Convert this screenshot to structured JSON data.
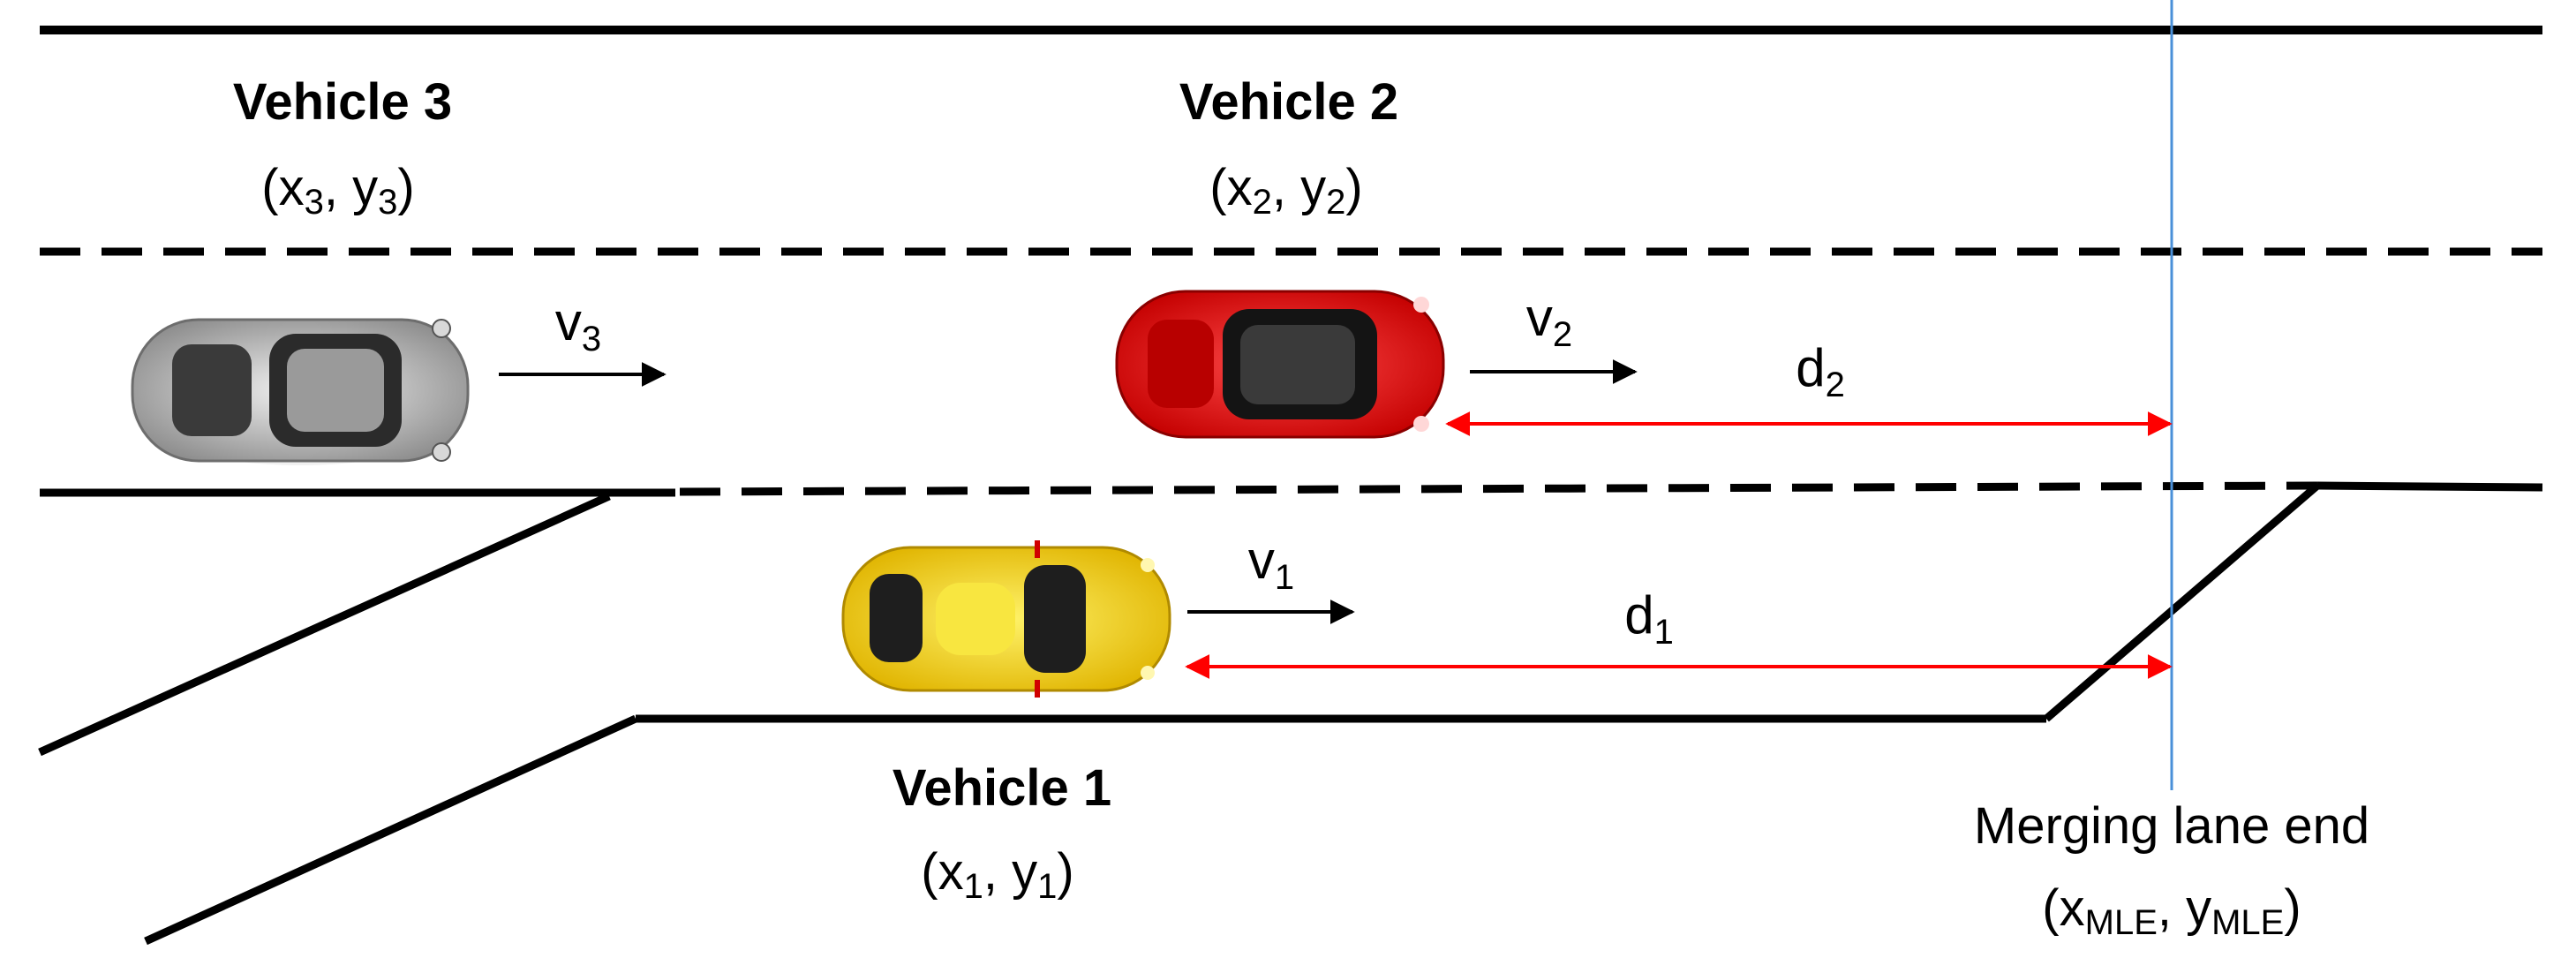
{
  "vehicles": [
    {
      "title": "Vehicle 3",
      "x": "x",
      "xs": "3",
      "y": "y",
      "ys": "3",
      "v": "v",
      "vs": "3",
      "color": "#a9a9a9"
    },
    {
      "title": "Vehicle 2",
      "x": "x",
      "xs": "2",
      "y": "y",
      "ys": "2",
      "v": "v",
      "vs": "2",
      "d": "d",
      "ds": "2",
      "color": "#e00000"
    },
    {
      "title": "Vehicle 1",
      "x": "x",
      "xs": "1",
      "y": "y",
      "ys": "1",
      "v": "v",
      "vs": "1",
      "d": "d",
      "ds": "1",
      "color": "#f2d200"
    }
  ],
  "merge": {
    "label": "Merging lane end",
    "x": "x",
    "y": "y",
    "sub": "MLE"
  },
  "colors": {
    "road": "#000000",
    "distance": "#ff0000",
    "marker": "#4a90d9"
  }
}
